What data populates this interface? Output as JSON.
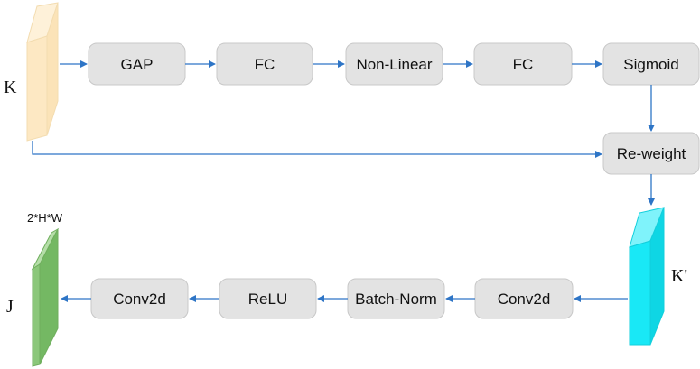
{
  "diagram": {
    "inputs": {
      "k_label": "K",
      "k_prime_label": "K'",
      "j_label": "J",
      "j_dims": "2*H*W"
    },
    "top_row": [
      "GAP",
      "FC",
      "Non-Linear",
      "FC",
      "Sigmoid"
    ],
    "reweight": "Re-weight",
    "bottom_row": [
      "Conv2d",
      "ReLU",
      "Batch-Norm",
      "Conv2d"
    ],
    "colors": {
      "box_fill": "#e3e3e3",
      "box_stroke": "#c8c8c8",
      "arrow": "#2e75c6",
      "k_block": "#fde8c3",
      "k_prime_block": "#19e8f6",
      "j_block": "#8bc77a"
    }
  }
}
